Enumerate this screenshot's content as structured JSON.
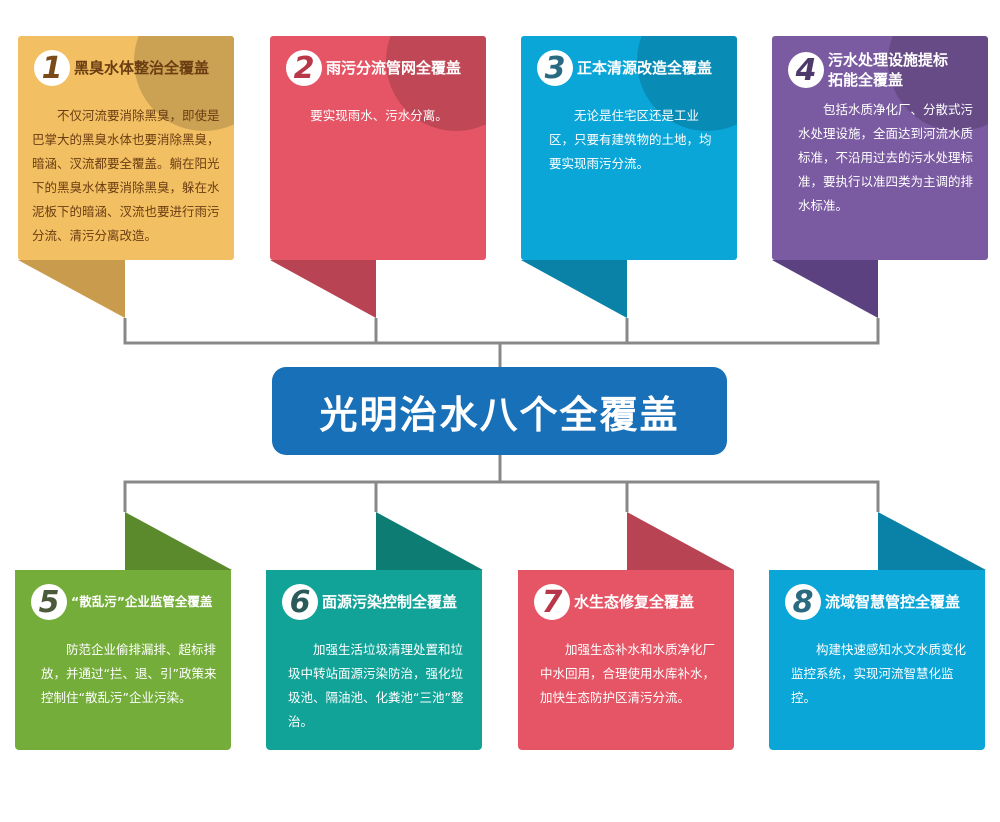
{
  "center_title": "光明治水八个全覆盖",
  "colors": {
    "yellow": "#f2c063",
    "red": "#e55566",
    "blue": "#0aa6d8",
    "purple": "#7a5aa0",
    "green": "#74ad3a",
    "teal": "#12a398",
    "center": "#1870b9"
  },
  "cards": [
    {
      "num": "1",
      "title": "黑臭水体整治全覆盖",
      "body": "不仅河流要消除黑臭，即使是巴掌大的黑臭水体也要消除黑臭，暗涵、汊流都要全覆盖。躺在阳光下的黑臭水体要消除黑臭，躲在水泥板下的暗涵、汊流也要进行雨污分流、清污分离改造。"
    },
    {
      "num": "2",
      "title": "雨污分流管网全覆盖",
      "body": "要实现雨水、污水分离。"
    },
    {
      "num": "3",
      "title": "正本清源改造全覆盖",
      "body": "无论是住宅区还是工业区，只要有建筑物的土地，均要实现雨污分流。"
    },
    {
      "num": "4",
      "title": "污水处理设施提标拓能全覆盖",
      "body": "包括水质净化厂、分散式污水处理设施，全面达到河流水质标准，不沿用过去的污水处理标准，要执行以准四类为主调的排水标准。"
    },
    {
      "num": "5",
      "title": "“散乱污”企业监管全覆盖",
      "body": "防范企业偷排漏排、超标排放，并通过“拦、退、引”政策来控制住“散乱污”企业污染。"
    },
    {
      "num": "6",
      "title": "面源污染控制全覆盖",
      "body": "加强生活垃圾清理处置和垃圾中转站面源污染防治，强化垃圾池、隔油池、化粪池“三池”整治。"
    },
    {
      "num": "7",
      "title": "水生态修复全覆盖",
      "body": "加强生态补水和水质净化厂中水回用，合理使用水库补水，加快生态防护区清污分流。"
    },
    {
      "num": "8",
      "title": "流域智慧管控全覆盖",
      "body": "构建快速感知水文水质变化监控系统，实现河流智慧化监控。"
    }
  ]
}
